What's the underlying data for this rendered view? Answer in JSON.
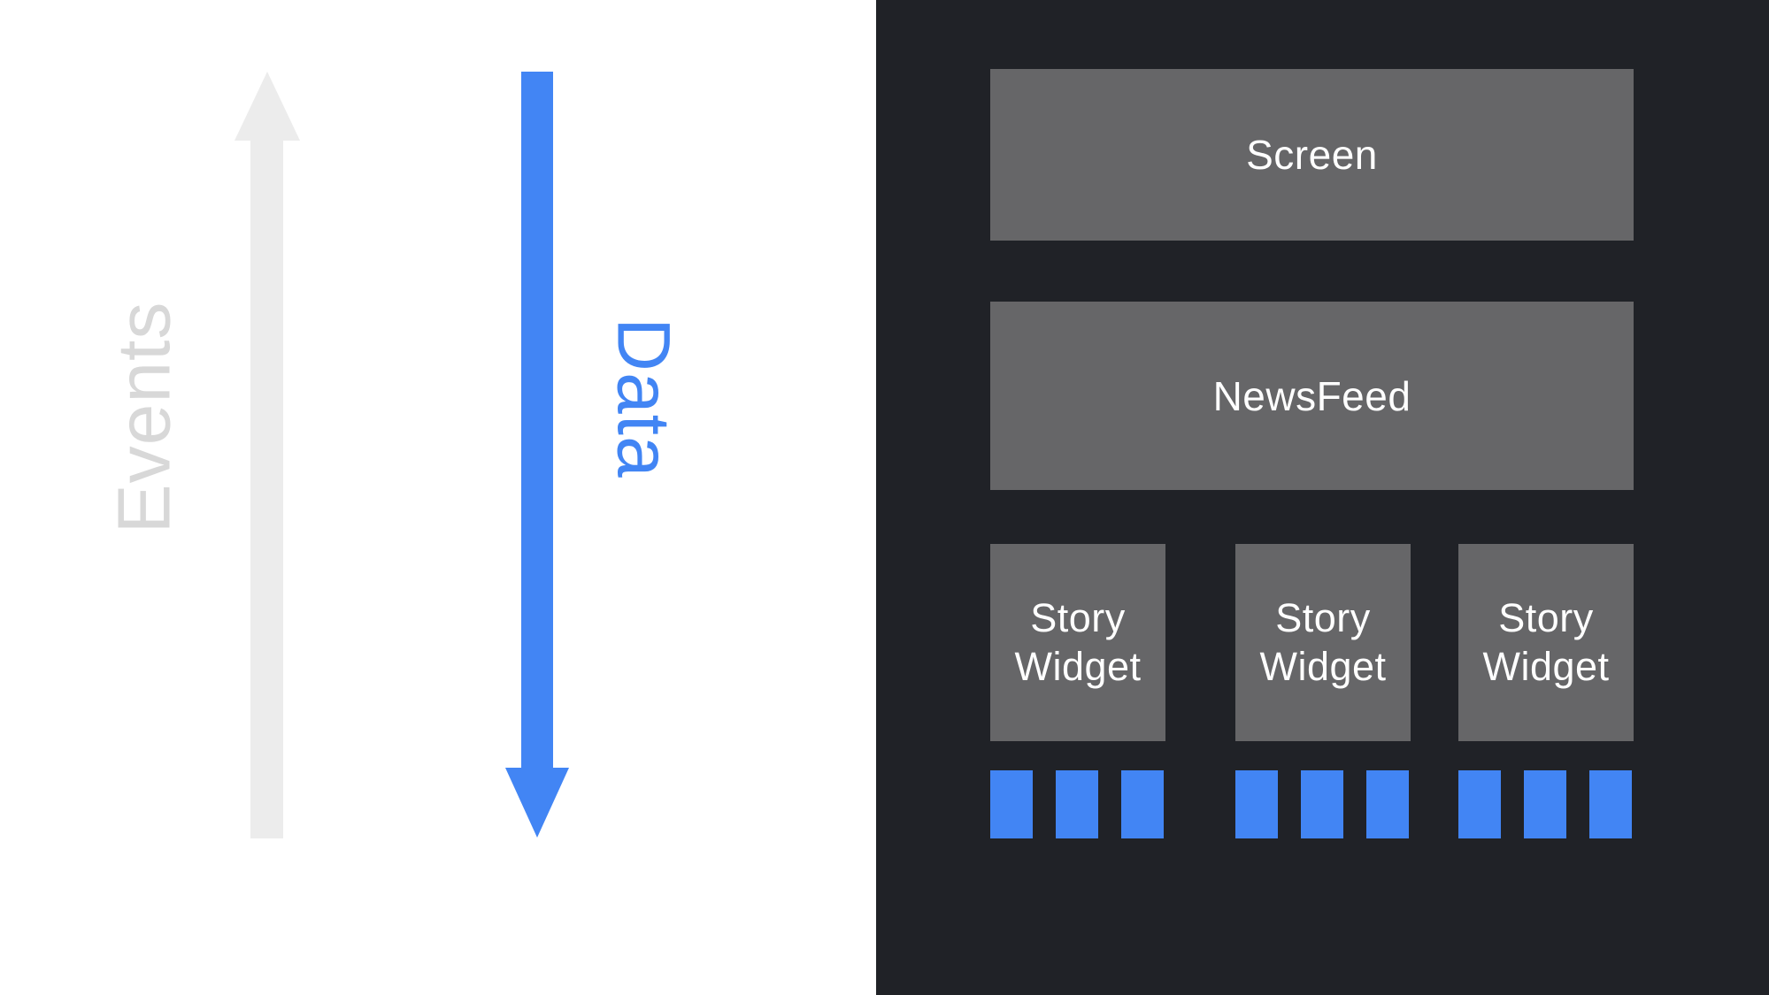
{
  "left_panel": {
    "events_arrow_label": "Events",
    "data_arrow_label": "Data",
    "events_arrow_direction": "up",
    "data_arrow_direction": "down"
  },
  "right_panel": {
    "screen_box_label": "Screen",
    "newsfeed_box_label": "NewsFeed",
    "story_widget_boxes": [
      {
        "label": "Story Widget",
        "squares": 3
      },
      {
        "label": "Story Widget",
        "squares": 3
      },
      {
        "label": "Story Widget",
        "squares": 3
      }
    ]
  },
  "colors": {
    "page-bg": "#ffffff",
    "panel-bg": "#202227",
    "box-gray": "#666668",
    "box-text": "#ffffff",
    "accent-blue": "#4285f4",
    "arrow-gray": "#ececec",
    "events-text": "#d8d8d8"
  }
}
